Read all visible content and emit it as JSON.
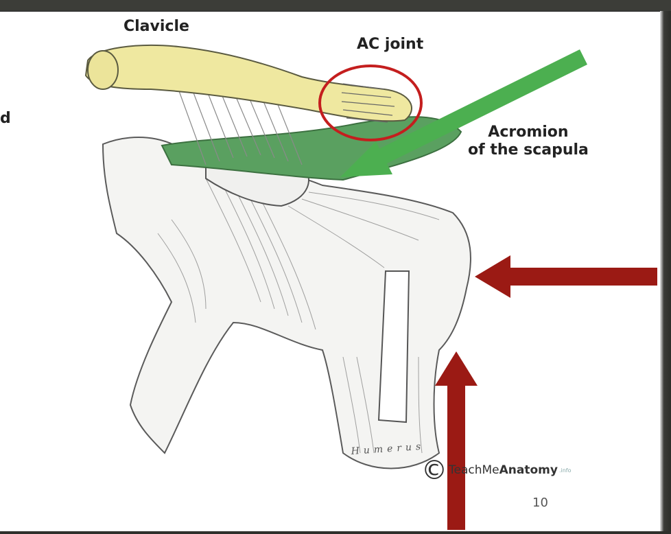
{
  "labels": {
    "clavicle": "Clavicle",
    "ac_joint": "AC joint",
    "acromion_line1": "Acromion",
    "acromion_line2": "of the scapula",
    "partial_left": "d",
    "humerus_script": "Humerus"
  },
  "watermark": {
    "copyright_symbol": "©",
    "brand_prefix": "TeachMe",
    "brand_bold": "Anatomy",
    "brand_suffix": ".info"
  },
  "page_number": "10",
  "colors": {
    "clavicle": "#efe8a0",
    "acromion": "#59a060",
    "green_arrow": "#4caf50",
    "red_arrow": "#9b1a14",
    "circle": "#c41e1e",
    "frame_dark": "#3c3d38"
  }
}
